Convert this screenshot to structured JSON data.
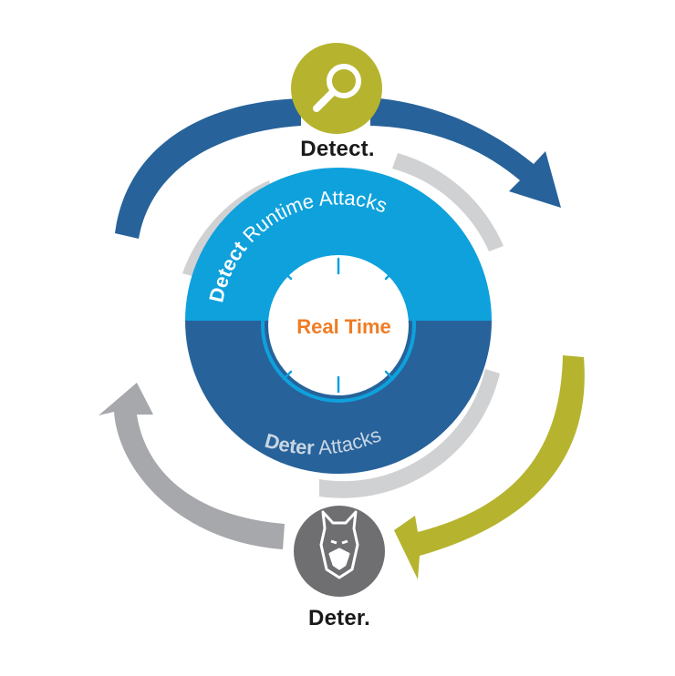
{
  "nodes": {
    "detect": {
      "label": "Detect.",
      "icon": "magnifier-icon",
      "color": "#b6b42e"
    },
    "deter": {
      "label": "Deter.",
      "icon": "guard-dog-icon",
      "color": "#6f6f72"
    }
  },
  "rings": {
    "top": {
      "bold": "Detect",
      "rest": " Runtime Attacks",
      "color": "#0ea1dc"
    },
    "bottom": {
      "bold": "Deter",
      "rest": " Attacks",
      "color": "#27629a"
    }
  },
  "center": {
    "label": "Real Time",
    "color": "#f07c24"
  },
  "colors": {
    "arrow_blue": "#27629a",
    "arrow_olive": "#b6b42e",
    "arrow_gray": "#a6a8ab",
    "shadow_gray": "#d0d1d3"
  }
}
